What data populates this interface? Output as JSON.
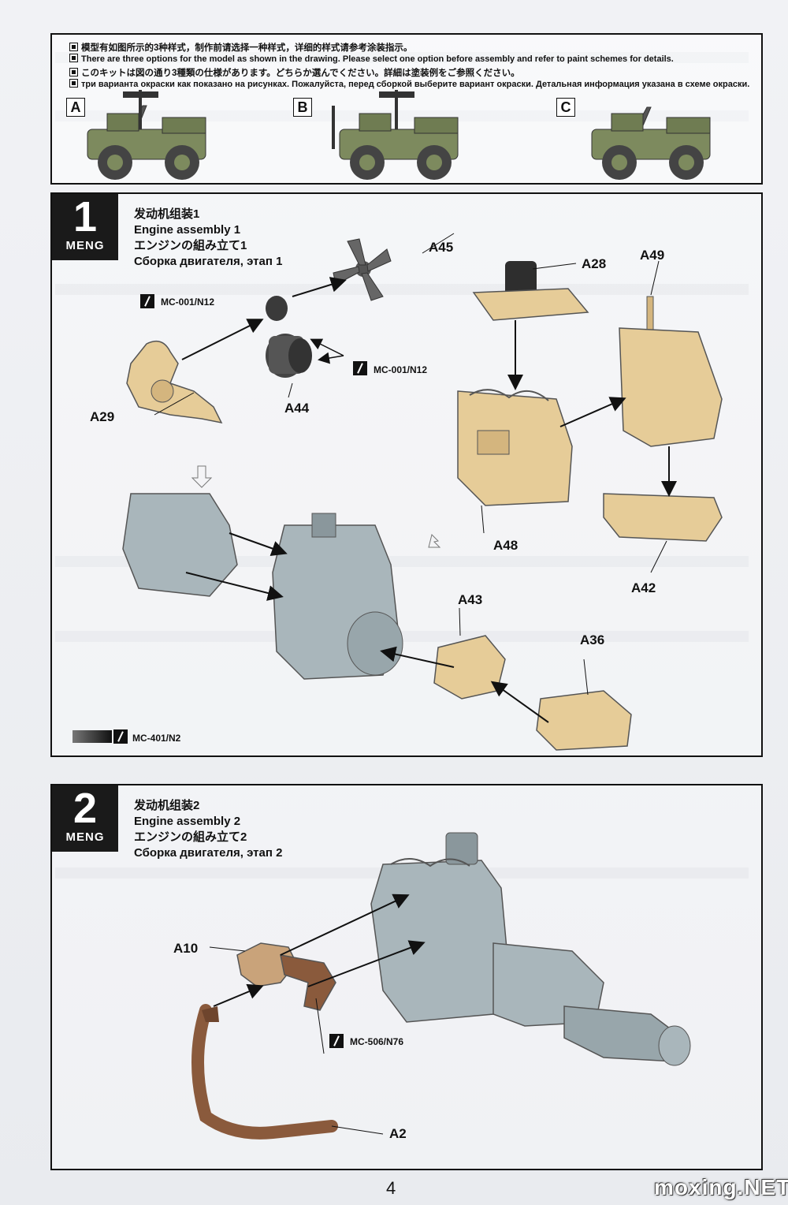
{
  "options": {
    "lines": [
      "模型有如图所示的3种样式，制作前请选择一种样式，详细的样式请参考涂装指示。",
      "There are three options for the model as shown in the drawing. Please select one option before assembly and refer to paint schemes for details.",
      "このキットは図の通り3種類の仕様があります。どちらか選んでください。詳細は塗装例をご参照ください。",
      "три варианта окраски как показано на рисунках. Пожалуйста, перед сборкой выберите вариант окраски. Детальная информация указана в схеме окраски."
    ],
    "variants": [
      "A",
      "B",
      "C"
    ]
  },
  "step1": {
    "number": "1",
    "brand": "MENG",
    "title_lines": [
      "发动机组装1",
      "Engine assembly 1",
      "エンジンの組み立て1",
      "Сборка двигателя, этап 1"
    ],
    "parts": [
      "A45",
      "A28",
      "A49",
      "A29",
      "A44",
      "A48",
      "A42",
      "A43",
      "A36"
    ],
    "paints": [
      "MC-001/N12",
      "MC-001/N12",
      "MC-401/N2"
    ]
  },
  "step2": {
    "number": "2",
    "brand": "MENG",
    "title_lines": [
      "发动机组装2",
      "Engine assembly 2",
      "エンジンの組み立て2",
      "Сборка двигателя, этап 2"
    ],
    "parts": [
      "A10",
      "A2"
    ],
    "paints": [
      "MC-506/N76"
    ]
  },
  "page": {
    "number": "4",
    "watermark": "moxing.NET"
  },
  "colors": {
    "tan_part": "#e6cc98",
    "grey_engine": "#a9b6bb",
    "brown_part": "#8a5a3c",
    "olive_vehicle": "#7d8a5e",
    "dark_part": "#3a3a3a"
  }
}
